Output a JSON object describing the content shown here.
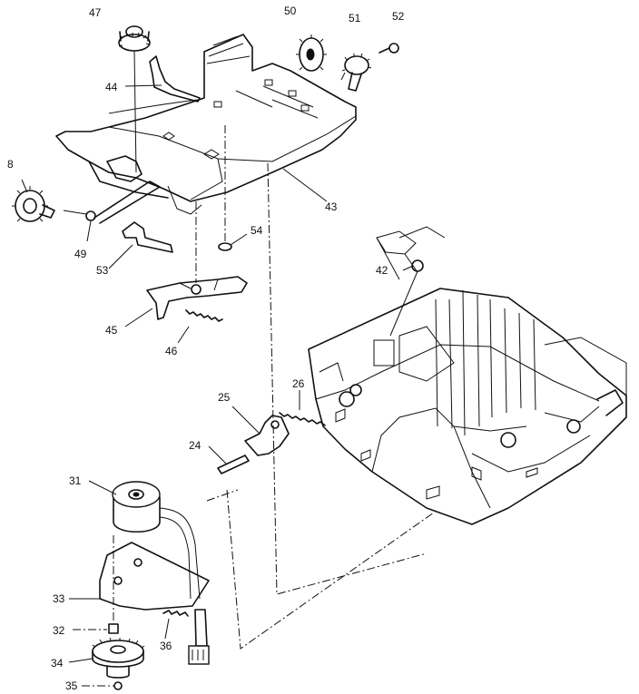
{
  "callouts": {
    "c8": "8",
    "c24": "24",
    "c25": "25",
    "c26": "26",
    "c31": "31",
    "c32": "32",
    "c33": "33",
    "c34": "34",
    "c35": "35",
    "c36": "36",
    "c42": "42",
    "c43": "43",
    "c44": "44",
    "c45": "45",
    "c46": "46",
    "c47": "47",
    "c49": "49",
    "c50": "50",
    "c51": "51",
    "c52": "52",
    "c53": "53",
    "c54": "54"
  },
  "colors": {
    "ink": "#111111",
    "paper": "#ffffff"
  }
}
